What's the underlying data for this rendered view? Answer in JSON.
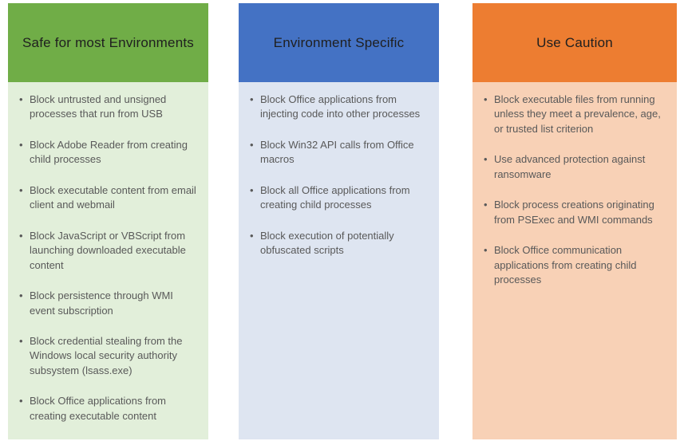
{
  "colors": {
    "header_text": "#1f1f1f",
    "body_text": "#595959"
  },
  "columns": [
    {
      "title": "Safe for most Environments",
      "header_color": "#70AD47",
      "body_color": "#E2EFDA",
      "items": [
        "Block untrusted and unsigned processes that run from USB",
        "Block Adobe Reader from creating child processes",
        "Block executable content from email client and webmail",
        "Block JavaScript or VBScript from launching downloaded executable content",
        "Block persistence through WMI event subscription",
        "Block credential stealing from the Windows local security authority subsystem (lsass.exe)",
        "Block Office applications from creating executable content"
      ]
    },
    {
      "title": "Environment Specific",
      "header_color": "#4472C4",
      "body_color": "#DEE5F1",
      "items": [
        "Block Office applications from injecting code into other processes",
        "Block Win32 API calls from Office macros",
        "Block all Office applications from creating child processes",
        "Block execution of potentially obfuscated scripts"
      ]
    },
    {
      "title": "Use Caution",
      "header_color": "#ED7D31",
      "body_color": "#F8D1B6",
      "items": [
        "Block executable files from running unless they meet a prevalence, age, or trusted list criterion",
        "Use advanced protection against ransomware",
        "Block process creations originating from PSExec and WMI commands",
        "Block Office communication applications from creating child processes"
      ]
    }
  ]
}
